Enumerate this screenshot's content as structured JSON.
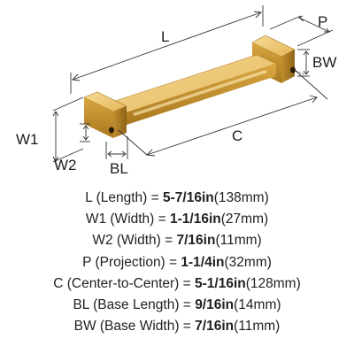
{
  "diagram": {
    "labels": {
      "L": "L",
      "P": "P",
      "BW": "BW",
      "W1": "W1",
      "W2": "W2",
      "BL": "BL",
      "C": "C"
    },
    "colors": {
      "gold_light": "#f3d58a",
      "gold_mid": "#e0b455",
      "gold_dark": "#b7862a",
      "gold_shadow": "#8e6418",
      "line": "#333333"
    }
  },
  "specs": [
    {
      "name": "L (Length) = ",
      "value": "5-7/16in",
      "metric": "(138mm)"
    },
    {
      "name": "W1 (Width) = ",
      "value": "1-1/16in",
      "metric": "(27mm)"
    },
    {
      "name": "W2 (Width) = ",
      "value": "7/16in",
      "metric": "(11mm)"
    },
    {
      "name": "P (Projection) = ",
      "value": "1-1/4in",
      "metric": "(32mm)"
    },
    {
      "name": "C (Center-to-Center) = ",
      "value": "5-1/16in",
      "metric": "(128mm)"
    },
    {
      "name": "BL (Base Length) = ",
      "value": "9/16in",
      "metric": "(14mm)"
    },
    {
      "name": "BW (Base Width) = ",
      "value": "7/16in",
      "metric": "(11mm)"
    }
  ]
}
